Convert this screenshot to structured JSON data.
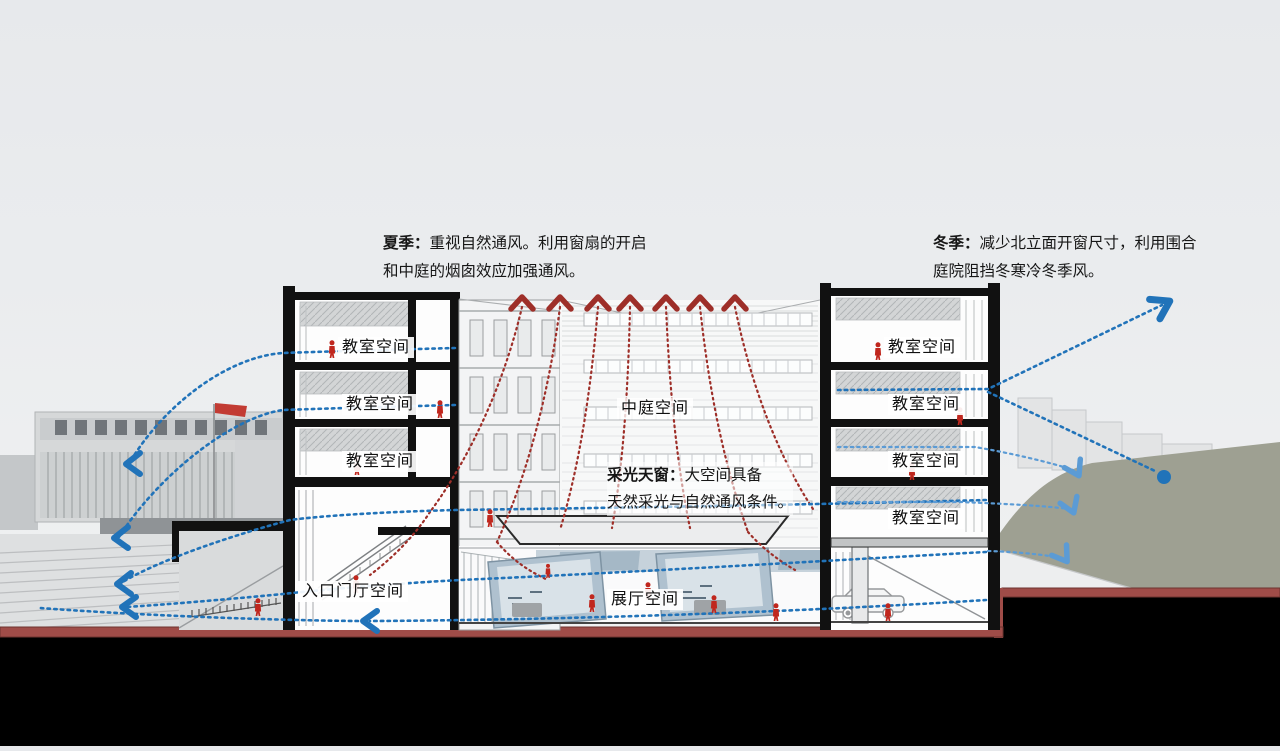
{
  "annotations": {
    "summer": {
      "lead": "夏季：",
      "line1": "重视自然通风。利用窗扇的开启",
      "line2": "和中庭的烟囱效应加强通风。"
    },
    "winter": {
      "lead": "冬季：",
      "line1": "减少北立面开窗尺寸，利用围合",
      "line2": "庭院阻挡冬寒冷冬季风。"
    },
    "skylight": {
      "lead": "采光天窗：",
      "line1": "大空间具备",
      "line2": "天然采光与自然通风条件。"
    }
  },
  "rooms": {
    "classroom_left": [
      "教室空间",
      "教室空间",
      "教室空间"
    ],
    "classroom_right": [
      "教室空间",
      "教室空间",
      "教室空间",
      "教室空间"
    ],
    "atrium": "中庭空间",
    "entrance_hall": "入口门厅空间",
    "exhibition_hall": "展厅空间"
  },
  "colors": {
    "figure_red": "#c0271e",
    "stack_red": "#9e2f29",
    "flow_blue": "#2173b9",
    "flow_blue_light": "#5b9bd5",
    "ground_maroon": "#9f4c48",
    "hill_olive": "#9ea092",
    "sky": "#e9ebee"
  }
}
